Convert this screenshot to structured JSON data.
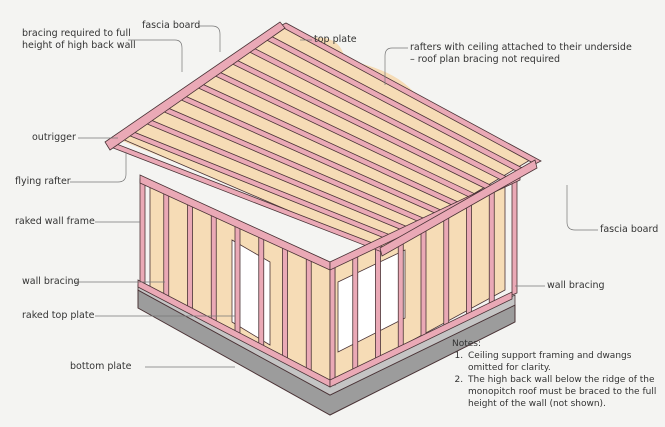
{
  "labels": {
    "bracing": [
      "bracing required to full",
      "height of high back wall"
    ],
    "fascia_top": "fascia board",
    "top_plate": "top plate",
    "rafters": [
      "rafters with ceiling attached to their underside",
      "– roof plan bracing not required"
    ],
    "outrigger": "outrigger",
    "flying_rafter": "flying rafter",
    "raked_wall_frame": "raked wall frame",
    "fascia_right": "fascia board",
    "wall_bracing_left": "wall bracing",
    "wall_bracing_right": "wall bracing",
    "raked_top_plate": "raked top plate",
    "bottom_plate": "bottom plate"
  },
  "notes": {
    "title": "Notes:",
    "items": [
      "Ceiling support framing and dwangs omitted for clarity.",
      "The high back wall below the ridge of the monopitch roof must be braced to the full height of the wall (not shown)."
    ]
  },
  "colors": {
    "timber": "#eaa9b6",
    "lining": "#f6dcb6",
    "slab": "#9c9c9c",
    "outline": "#4a3336"
  }
}
